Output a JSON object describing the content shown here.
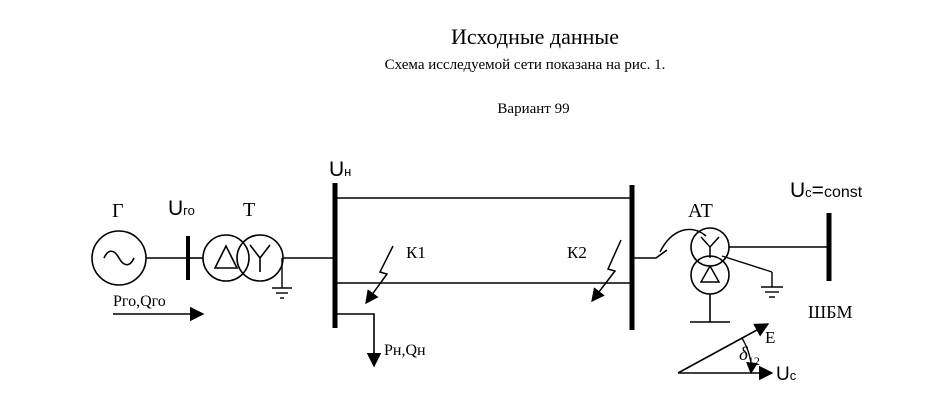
{
  "header": {
    "title": "Исходные данные",
    "subtitle": "Схема исследуемой сети показана на рис. 1.",
    "variant": "Вариант 99"
  },
  "labels": {
    "generator": "Г",
    "u_go_main": "U",
    "u_go_sub": "го",
    "transformer": "Т",
    "u_n_main": "U",
    "u_n_sub": "н",
    "k1": "К1",
    "k2": "К2",
    "autotransformer": "АТ",
    "u_c_main": "U",
    "u_c_sub": "с",
    "u_c_eq": "=",
    "u_c_const": "const",
    "bus_shbm": "ШБМ",
    "p_go": "Pго,Qго",
    "p_n": "Pн,Qн",
    "e": "E",
    "delta": "δ",
    "delta_sub": "12",
    "uc_vec_main": "U",
    "uc_vec_sub": "с"
  }
}
